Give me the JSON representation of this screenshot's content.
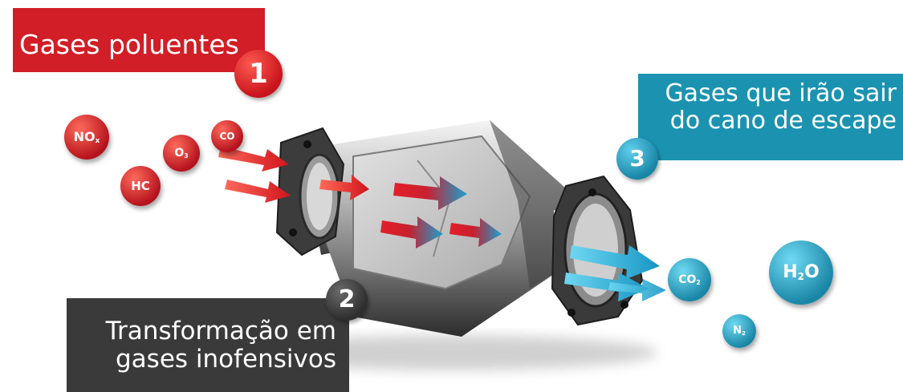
{
  "labels": {
    "step1": {
      "number": "1",
      "lines": [
        "Gases poluentes"
      ]
    },
    "step2": {
      "number": "2",
      "lines": [
        "Transformação em",
        "gases inofensivos"
      ]
    },
    "step3": {
      "number": "3",
      "lines": [
        "Gases que irão sair",
        "do cano de escape"
      ]
    }
  },
  "molecules": {
    "nox": {
      "main": "NO",
      "sub": "x"
    },
    "hc": {
      "main": "HC",
      "sub": ""
    },
    "o3": {
      "main": "O",
      "sub": "3"
    },
    "co": {
      "main": "CO",
      "sub": ""
    },
    "co2": {
      "main": "CO",
      "sub": "2"
    },
    "h2o": {
      "main": "H",
      "sub": "2",
      "tail": "O"
    },
    "n2": {
      "main": "N",
      "sub": "2"
    }
  },
  "colors": {
    "pollutant_red": "#d21e26",
    "clean_blue": "#1b93b0",
    "process_dark": "#3a3a3a"
  },
  "icons": [
    "catalytic-converter-illustration",
    "flow-arrow"
  ]
}
